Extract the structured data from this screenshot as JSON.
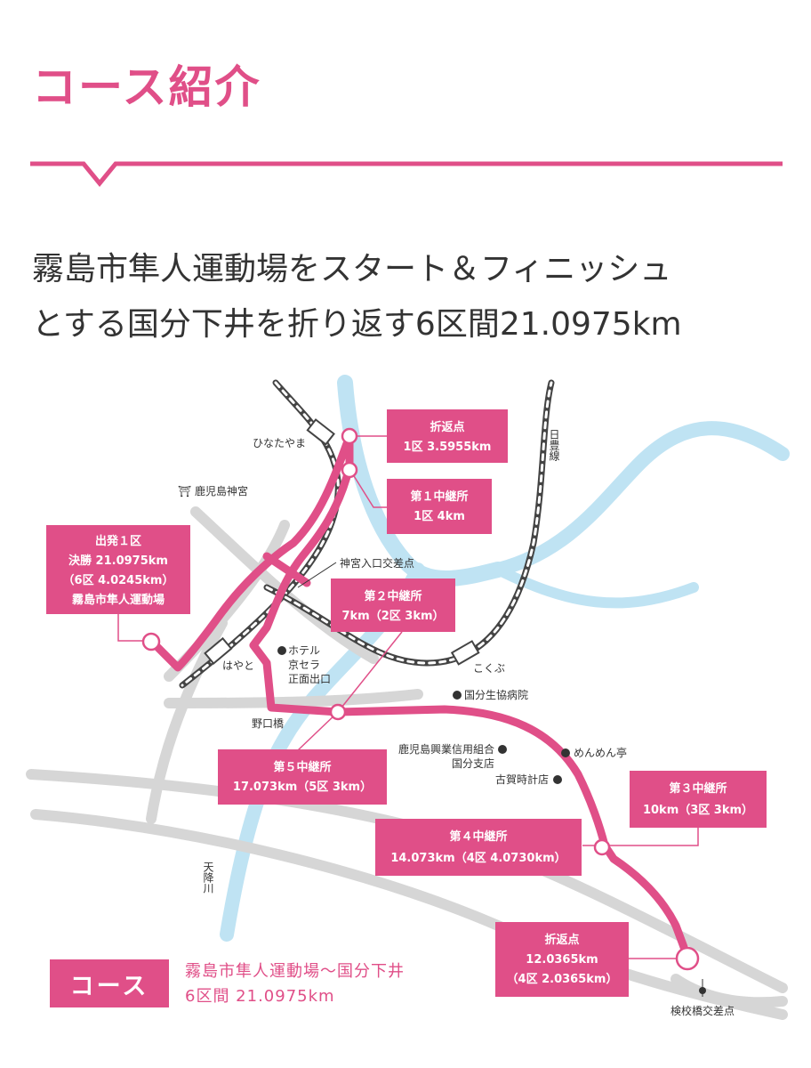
{
  "header": {
    "title": "コース紹介",
    "subtitle_line1": "霧島市隼人運動場をスタート＆フィニッシュ",
    "subtitle_line2": "とする国分下井を折り返す6区間21.0975km"
  },
  "map": {
    "boxes": {
      "turn1": [
        "折返点",
        "1区 3.5955km"
      ],
      "relay1": [
        "第１中継所",
        "1区 4km"
      ],
      "start": [
        "出発１区",
        "決勝 21.0975km",
        "（6区 4.0245km）",
        "霧島市隼人運動場"
      ],
      "relay2": [
        "第２中継所",
        "7km（2区 3km）"
      ],
      "relay5": [
        "第５中継所",
        "17.073km（5区 3km）"
      ],
      "relay3": [
        "第３中継所",
        "10km（3区 3km）"
      ],
      "relay4": [
        "第４中継所",
        "14.073km（4区 4.0730km）"
      ],
      "turn2": [
        "折返点",
        "12.0365km",
        "（4区 2.0365km）"
      ]
    },
    "labels": {
      "hinatayama": "ひなたやま",
      "shrine": "⛩ 鹿児島神宮",
      "nippo_line": "日豊線",
      "jingu_crossing": "神宮入口交差点",
      "hayato": "はやと",
      "kokubu": "こくぶ",
      "hotel1": "ホテル",
      "hotel2": "京セラ",
      "hotel3": "正面出口",
      "noguchi": "野口橋",
      "hospital": "国分生協病院",
      "bank1": "鹿児島興業信用組合",
      "bank2": "国分支店",
      "menmen": "めんめん亭",
      "clock": "古賀時計店",
      "river": "天降川",
      "kenkoubashi": "検校橋交差点"
    }
  },
  "legend": {
    "label": "コース",
    "line1": "霧島市隼人運動場〜国分下井",
    "line2": "6区間 21.0975km"
  },
  "colors": {
    "accent": "#e04f88",
    "river": "#bfe3f3",
    "road": "#d6d6d6",
    "rail": "#444444"
  }
}
